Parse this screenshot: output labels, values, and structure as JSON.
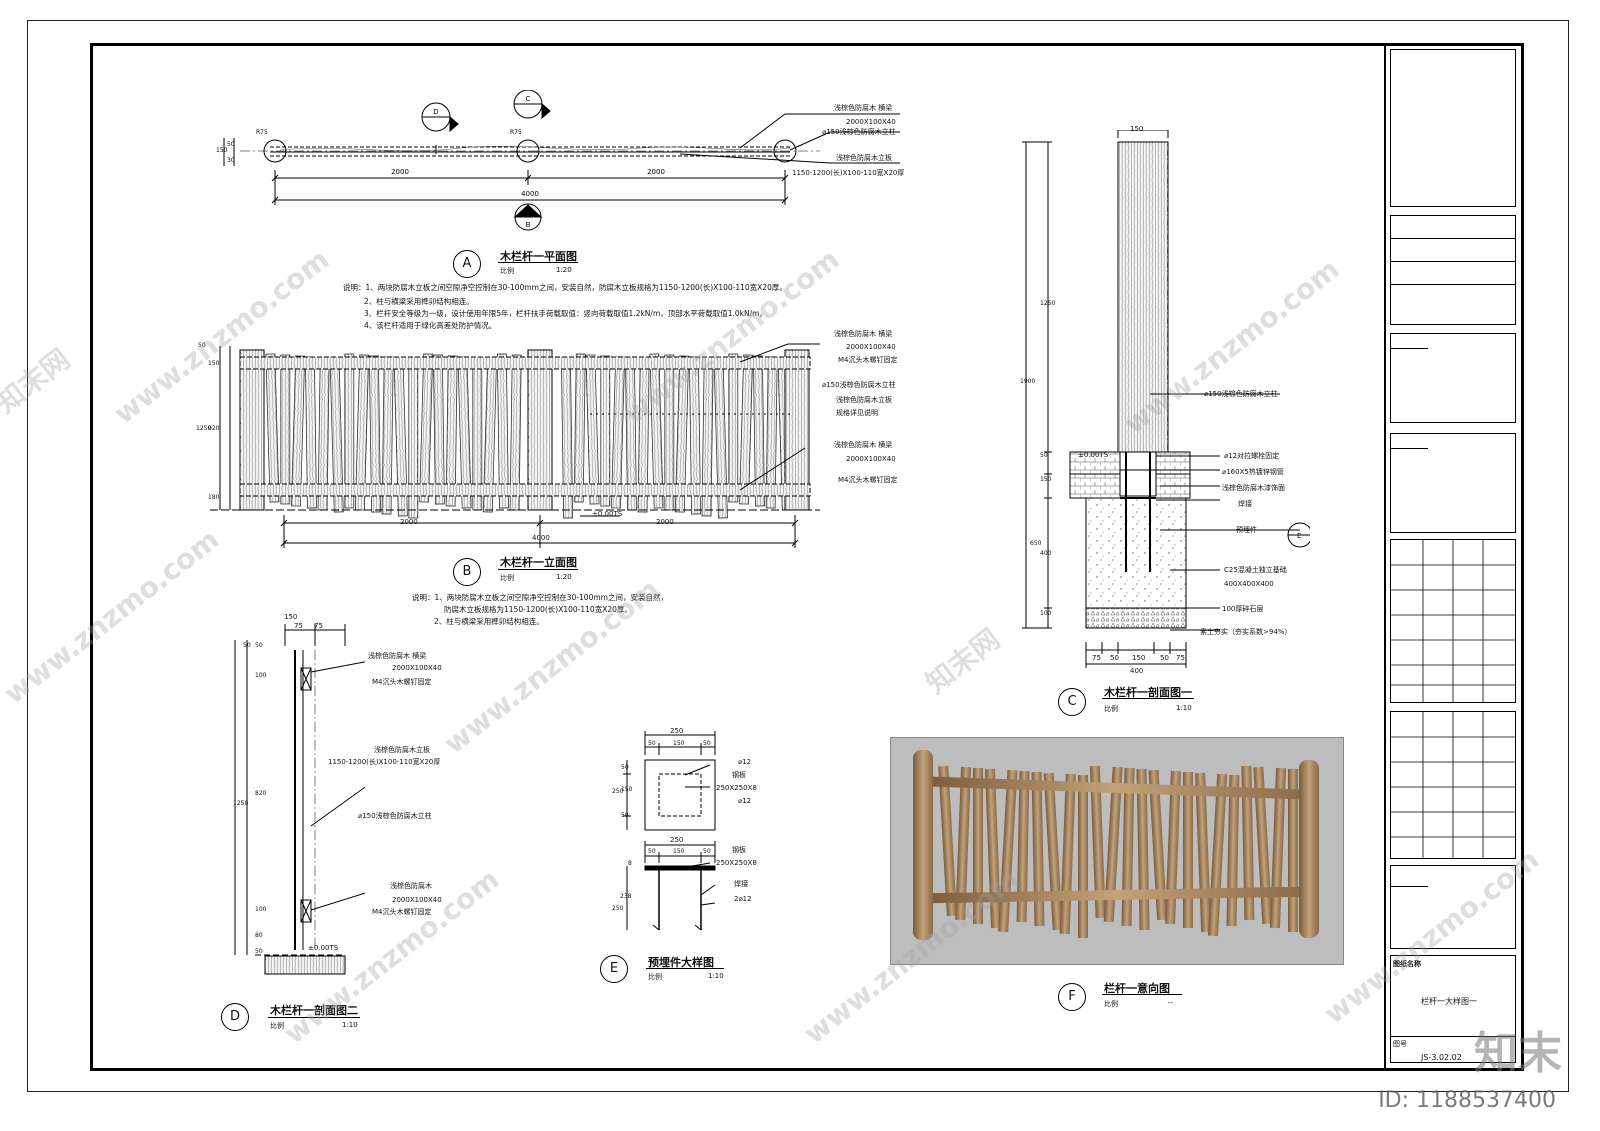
{
  "plan": {
    "circle": "A",
    "title": "木栏杆一平面图",
    "scale_label": "比例",
    "scale": "1:20",
    "dims": [
      "2000",
      "2000",
      "4000"
    ],
    "small_dims": [
      "150",
      "50",
      "30"
    ],
    "radius": "R75",
    "section_marks": [
      "D",
      "C",
      "B"
    ],
    "labels": [
      "浅棕色防腐木 横梁",
      "2000X100X40",
      "⌀150浅棕色防腐木立柱",
      "浅棕色防腐木立板",
      "1150-1200(长)X100-110宽X20厚"
    ],
    "notes": [
      "说明：1、两块防腐木立板之间空隙净空控制在30-100mm之间，安装自然，防腐木立板规格为1150-1200(长)X100-110宽X20厚。",
      "2、柱与横梁采用榫卯结构相连。",
      "3、栏杆安全等级为一级，设计使用年限5年，栏杆扶手荷载取值：竖向荷载取值1.2kN/m，顶部水平荷载取值1.0kN/m。",
      "4、该栏杆适用于绿化高差处防护情况。"
    ]
  },
  "elevation": {
    "circle": "B",
    "title": "木栏杆一立面图",
    "scale_label": "比例",
    "scale": "1:20",
    "dims_bottom": [
      "2000",
      "2000",
      "4000"
    ],
    "dims_left": [
      "50",
      "150",
      "920",
      "1250",
      "180"
    ],
    "level": "±0.00TS",
    "labels": [
      "浅棕色防腐木 横梁",
      "2000X100X40",
      "M4沉头木螺钉固定",
      "⌀150浅棕色防腐木立柱",
      "浅棕色防腐木立板",
      "规格详见说明",
      "浅棕色防腐木 横梁",
      "2000X100X40",
      "M4沉头木螺钉固定"
    ],
    "notes": [
      "说明：1、两块防腐木立板之间空隙净空控制在30-100mm之间，安装自然，",
      "防腐木立板规格为1150-1200(长)X100-110宽X20厚。",
      "2、柱与横梁采用榫卯结构相连。"
    ]
  },
  "section2": {
    "circle": "D",
    "title": "木栏杆一剖面图二",
    "scale_label": "比例",
    "scale": "1:10",
    "dims_top": [
      "150",
      "75",
      "75"
    ],
    "dims_left": [
      "50",
      "50",
      "100",
      "820",
      "1250",
      "100",
      "80",
      "50"
    ],
    "level": "±0.00TS",
    "labels": [
      "浅棕色防腐木 横梁",
      "2000X100X40",
      "M4沉头木螺钉固定",
      "浅棕色防腐木立板",
      "1150-1200(长)X100-110宽X20厚",
      "⌀150浅棕色防腐木立柱",
      "浅棕色防腐木",
      "2000X100X40",
      "M4沉头木螺钉固定"
    ]
  },
  "embed": {
    "circle": "E",
    "title": "预埋件大样图",
    "scale_label": "比例",
    "scale": "1:10",
    "top_dims": [
      "250",
      "50",
      "150",
      "50"
    ],
    "side_dims": [
      "50",
      "150",
      "250",
      "50"
    ],
    "top_labels": [
      "⌀12",
      "钢板",
      "250X250X8",
      "⌀12"
    ],
    "bottom_dims": [
      "250",
      "50",
      "150",
      "50"
    ],
    "bottom_side": [
      "8",
      "238",
      "250"
    ],
    "bottom_labels": [
      "钢板",
      "250X250X8",
      "焊接",
      "2⌀12"
    ]
  },
  "section1": {
    "circle": "C",
    "title": "木栏杆一剖面图一",
    "scale_label": "比例",
    "scale": "1:10",
    "dims_top": [
      "150"
    ],
    "dims_left": [
      "1250",
      "1900",
      "50",
      "150",
      "400",
      "650",
      "100"
    ],
    "dims_bottom": [
      "75",
      "50",
      "150",
      "50",
      "75",
      "400"
    ],
    "level": "±0.00TS",
    "detail_mark": "E",
    "labels": [
      "⌀150浅棕色防腐木立柱",
      "⌀12对拉螺栓固定",
      "⌀160X5热镀锌钢管",
      "浅棕色防腐木漆饰面",
      "焊接",
      "预埋件",
      "C25混凝土独立基础",
      "400X400X400",
      "100厚碎石层",
      "素土夯实（夯实系数>94%）"
    ]
  },
  "render": {
    "circle": "F",
    "title": "栏杆一意向图",
    "scale_label": "比例",
    "scale": "--"
  },
  "title_block": {
    "drawing_name_label": "图纸名称",
    "drawing_name": "栏杆一大样图一",
    "drawing_no_label": "图号",
    "drawing_no": "JS-3.02.02"
  },
  "watermarks": {
    "site": "www.znzmo.com",
    "brand_cn": "知末网",
    "logo": "知末",
    "id": "ID: 1188537400"
  },
  "colors": {
    "line": "#000000",
    "wood_light": "#c2a27a",
    "wood_dark": "#7a5a3a",
    "render_bg": "#bdbdbd"
  }
}
